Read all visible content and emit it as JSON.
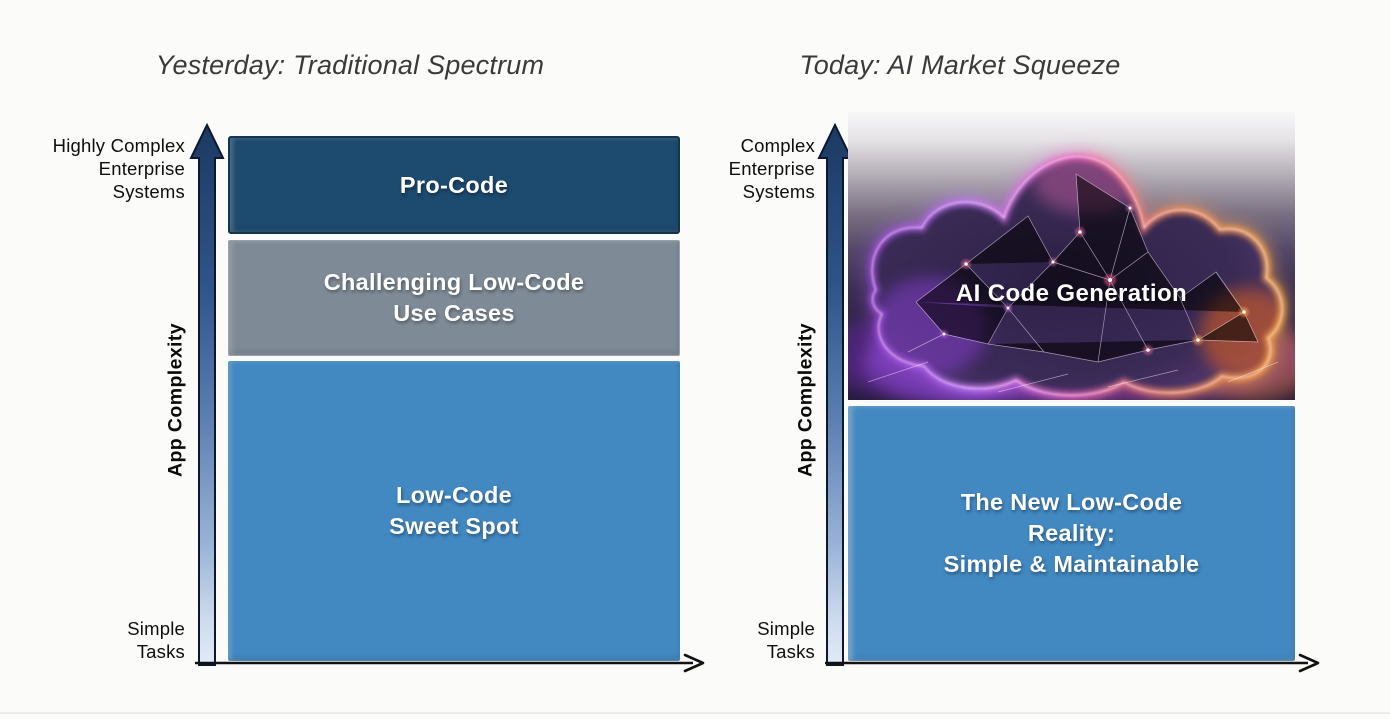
{
  "page": {
    "background": "#fbfbfa"
  },
  "colors": {
    "segment_dark_navy": "#1d4a6f",
    "segment_gray": "#7e8a96",
    "segment_blue": "#4288c1",
    "arrow_top": "#1b3a63",
    "arrow_bottom": "#e2ebf7",
    "axis_line": "#121212",
    "title_text": "#3a3a3a"
  },
  "left_panel": {
    "title": "Yesterday: Traditional Spectrum",
    "y_axis": {
      "top_label_lines": [
        "Highly Complex",
        "Enterprise",
        "Systems"
      ],
      "bottom_label_lines": [
        "Simple",
        "Tasks"
      ],
      "axis_label": "App Complexity"
    },
    "segments": [
      {
        "name": "pro-code",
        "color": "#1d4a6f",
        "label_lines": [
          "Pro-Code"
        ]
      },
      {
        "name": "challenging-low-code",
        "color": "#7e8a96",
        "label_lines": [
          "Challenging Low-Code",
          "Use Cases"
        ]
      },
      {
        "name": "low-code-sweet-spot",
        "color": "#4288c1",
        "label_lines": [
          "Low-Code",
          "Sweet Spot"
        ]
      }
    ]
  },
  "right_panel": {
    "title": "Today: AI Market Squeeze",
    "y_axis": {
      "top_label_lines": [
        "Complex",
        "Enterprise",
        "Systems"
      ],
      "bottom_label_lines": [
        "Simple",
        "Tasks"
      ],
      "axis_label": "App Complexity"
    },
    "ai_segment": {
      "label": "AI Code Generation",
      "alt": "Glowing purple-to-orange neural-network cloud on dark gradient"
    },
    "segment": {
      "name": "new-low-code-reality",
      "color": "#4288c1",
      "label_lines": [
        "The New Low-Code",
        "Reality:",
        "Simple & Maintainable"
      ]
    }
  }
}
